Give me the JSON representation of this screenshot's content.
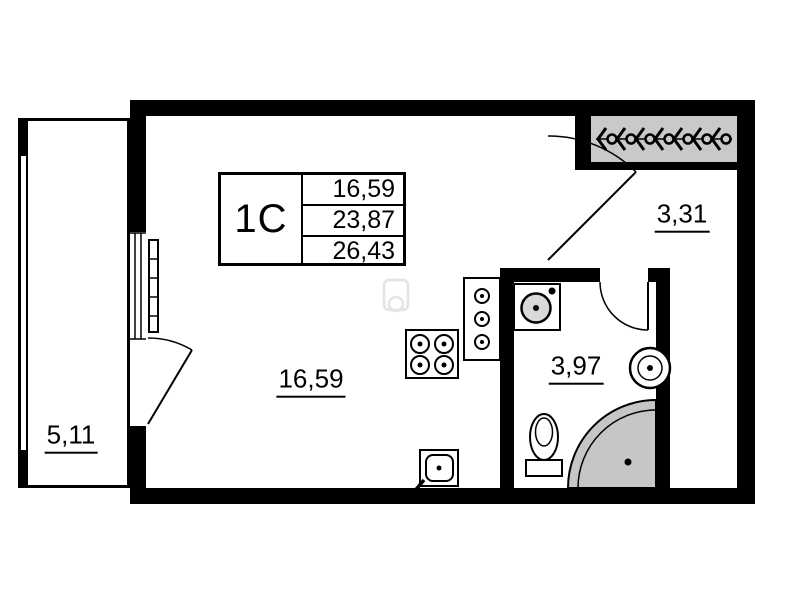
{
  "legend": {
    "unit_type": "1C",
    "values": [
      "16,59",
      "23,87",
      "26,43"
    ]
  },
  "rooms": {
    "living": {
      "label": "16,59"
    },
    "balcony": {
      "label": "5,11"
    },
    "hallway": {
      "label": "3,31"
    },
    "bathroom": {
      "label": "3,97"
    }
  },
  "icons": [
    "coat-rack-icon",
    "bath-sink-icon",
    "boiler-icon",
    "toilet-icon",
    "shower-icon",
    "stove-icon",
    "kitchen-counter-icon",
    "kitchen-sink-icon",
    "radiator-icon",
    "door-swing-icon",
    "window-icon"
  ],
  "colors": {
    "wall": "#000000",
    "wardrobe_fill": "#c9c9c9",
    "shower_fill": "#c6c6c6",
    "sink_fill": "#d9d9d9"
  }
}
